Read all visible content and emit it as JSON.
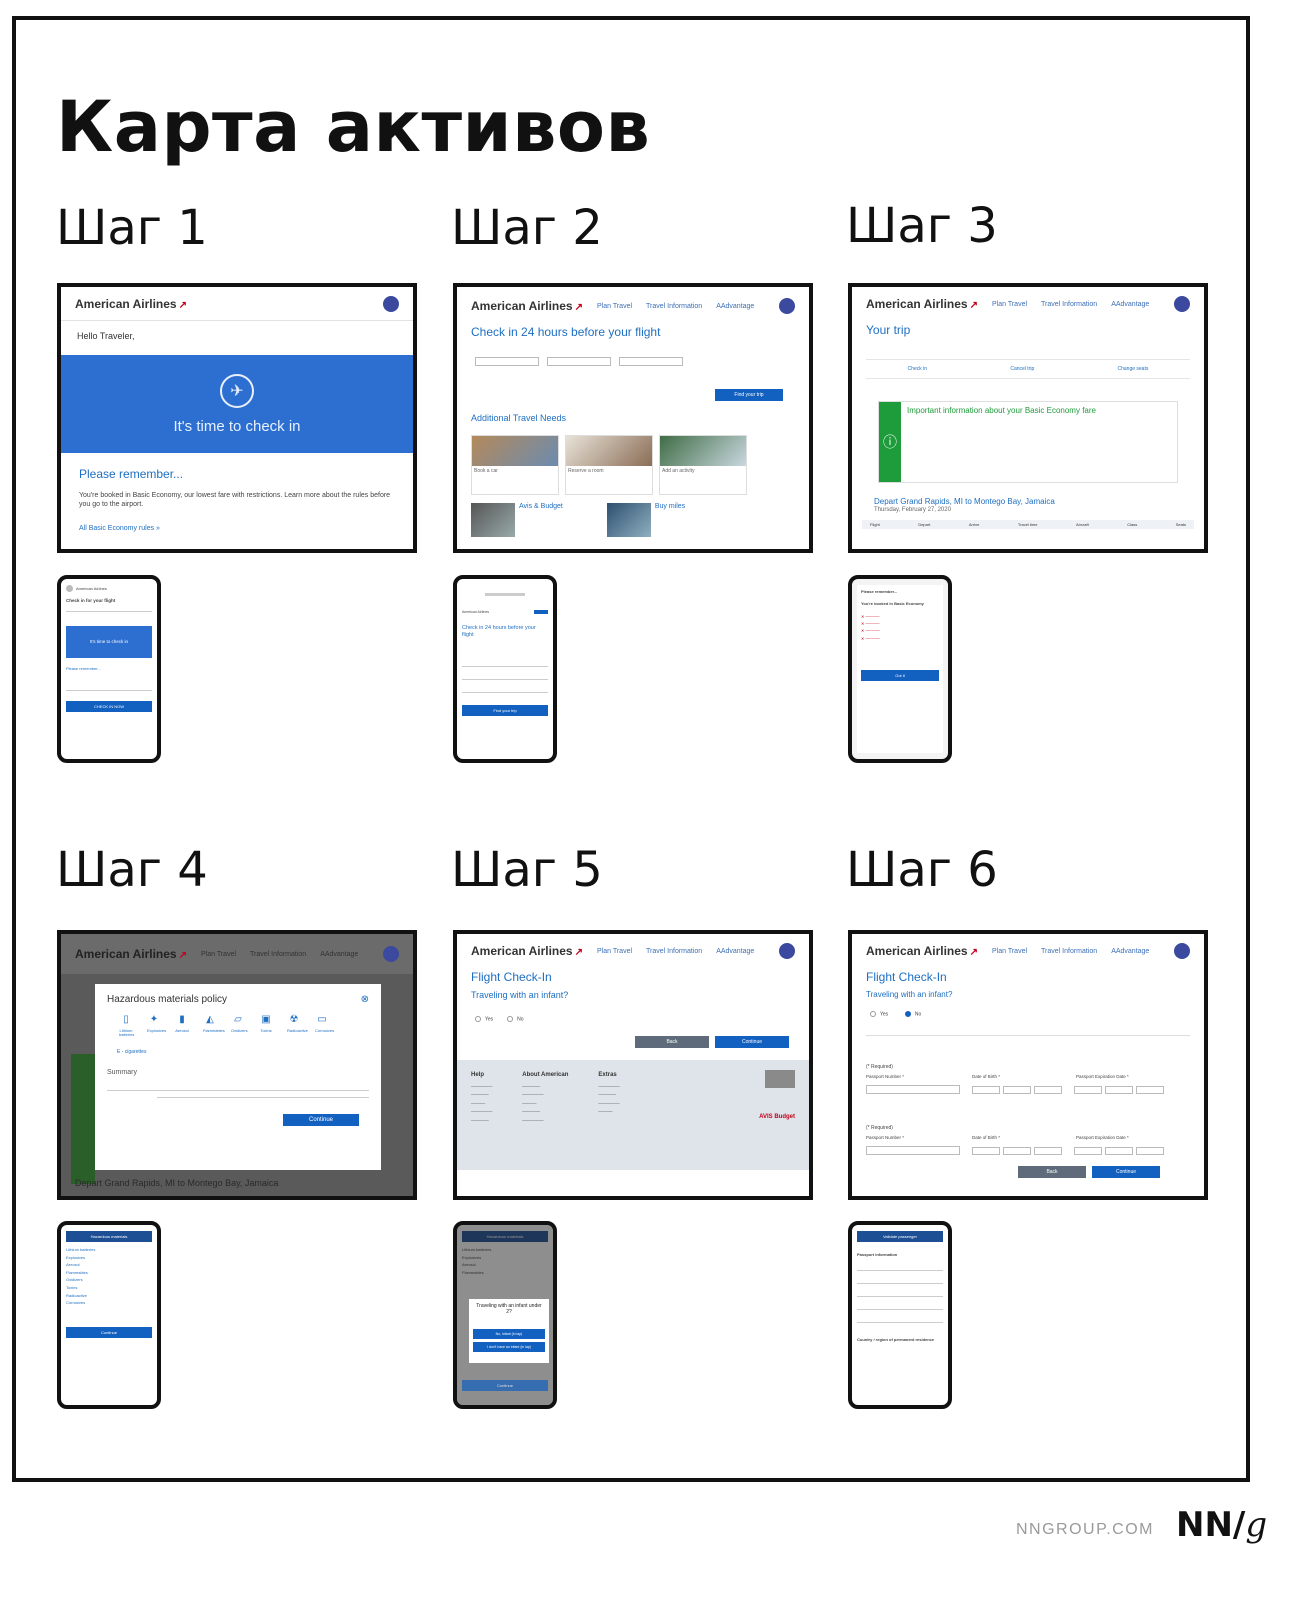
{
  "title": "Карта активов",
  "steps": [
    "Шаг 1",
    "Шаг 2",
    "Шаг 3",
    "Шаг 4",
    "Шаг 5",
    "Шаг 6"
  ],
  "brand": "American Airlines",
  "nav": {
    "plan": "Plan Travel",
    "info": "Travel Information",
    "adv": "AAdvantage"
  },
  "s1": {
    "hello": "Hello Traveler,",
    "banner": "It's time to check in",
    "remember": "Please remember...",
    "body": "You're booked in Basic Economy, our lowest fare with restrictions. Learn more about the rules before you go to the airport.",
    "link": "All Basic Economy rules »",
    "phone_head": "Check in for your flight",
    "phone_btn": "CHECK IN NOW"
  },
  "s2": {
    "heading": "Check in 24 hours before your flight",
    "find": "Find your trip",
    "needs": "Additional Travel Needs",
    "cards": [
      "Book a car",
      "Reserve a room",
      "Add an activity"
    ],
    "avis": "Avis & Budget",
    "miles": "Buy miles",
    "phone_heading": "Check in 24 hours before your flight"
  },
  "s3": {
    "heading": "Your trip",
    "actions": [
      "Check in",
      "Cancel trip",
      "Change seats"
    ],
    "important": "Important information about your Basic Economy fare",
    "depart": "Depart Grand Rapids, MI to Montego Bay, Jamaica",
    "date": "Thursday, February 27, 2020",
    "cols": [
      "Flight",
      "Depart",
      "Arrive",
      "Travel time",
      "Aircraft",
      "Class",
      "Seats"
    ],
    "phone_head": "Please remember...",
    "phone_sub": "You're booked in Basic Economy",
    "phone_btn": "Got it"
  },
  "s4": {
    "modal_title": "Hazardous materials policy",
    "items": [
      "Lithium batteries",
      "Explosives",
      "Aerosol",
      "Flammables",
      "Oxidizers",
      "Toxins",
      "Radioactive",
      "Corrosives"
    ],
    "ecig": "E - cigarettes",
    "summary": "Summary",
    "continue": "Continue",
    "depart": "Depart Grand Rapids, MI to Montego Bay, Jamaica",
    "phone_head": "Hazardous materials",
    "phone_btn": "Continue"
  },
  "s5": {
    "heading": "Flight Check-In",
    "sub": "Traveling with an infant?",
    "yes": "Yes",
    "no": "No",
    "back": "Back",
    "continue": "Continue",
    "foot_cols": [
      "Help",
      "About American",
      "Extras"
    ],
    "avis": "AVIS Budget",
    "phone_q": "Traveling with an infant under 2?",
    "phone_no": "No, infant (in lap)",
    "phone_none": "I don't have an infant (in lap)",
    "phone_btn": "Continue"
  },
  "s6": {
    "heading": "Flight Check-In",
    "sub": "Traveling with an infant?",
    "yes": "Yes",
    "no": "No",
    "required": "(* Required)",
    "passport": "Passport Number *",
    "dob": "Date of Birth *",
    "exp": "Passport Expiration Date *",
    "back": "Back",
    "continue": "Continue",
    "phone_head": "Validate passenger",
    "phone_sec": "Passport information",
    "phone_country": "Country / region of permanent residence"
  },
  "footer": {
    "site": "NNGROUP.COM",
    "logo_a": "NN/",
    "logo_b": "g"
  },
  "colors": {
    "aa_blue": "#1e6fc2",
    "banner": "#2c6fd1",
    "green": "#1e9b3a",
    "red": "#c30019"
  }
}
